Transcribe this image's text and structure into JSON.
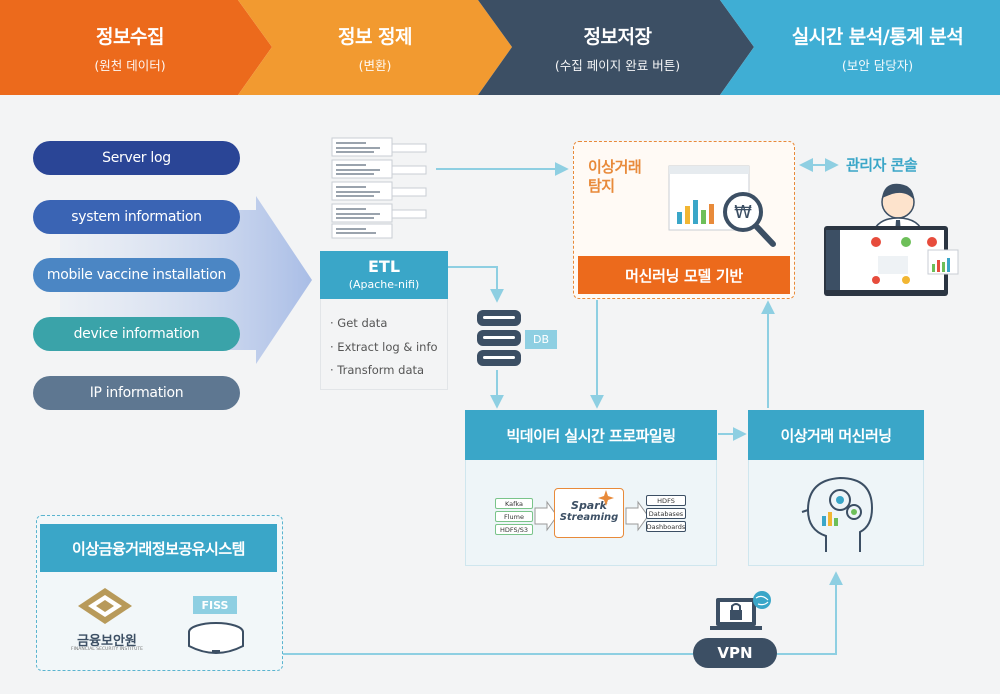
{
  "header": {
    "stages": [
      {
        "title": "정보수집",
        "subtitle": "(원천 데이터)",
        "color": "#ec6a1c"
      },
      {
        "title": "정보 정제",
        "subtitle": "(변환)",
        "color": "#f29a30"
      },
      {
        "title": "정보저장",
        "subtitle": "(수집 페이지 완료 버튼)",
        "color": "#3c4f64"
      },
      {
        "title": "실시간 분석/통계 분석",
        "subtitle": "(보안 담당자)",
        "color": "#3faed4"
      }
    ]
  },
  "sources": [
    {
      "label": "Server log",
      "color": "#2a4596"
    },
    {
      "label": "system information",
      "color": "#3a64b4"
    },
    {
      "label": "mobile vaccine installation",
      "color": "#4b86c4"
    },
    {
      "label": "device information",
      "color": "#3aa3a9"
    },
    {
      "label": "IP information",
      "color": "#5e7791"
    }
  ],
  "etl": {
    "title": "ETL",
    "subtitle": "(Apache-nifi)",
    "items": [
      "· Get data",
      "· Extract log & info",
      "· Transform data"
    ]
  },
  "db_label": "DB",
  "fraud_detection": {
    "title_line1": "이상거래",
    "title_line2": "탐지",
    "bar_label": "머신러닝 모델 기반"
  },
  "admin_console": "관리자 콘솔",
  "profiling": {
    "title": "빅데이터 실시간 프로파일링",
    "inputs": [
      "Kafka",
      "Flume",
      "HDFS/S3"
    ],
    "engine_line1": "Spark",
    "engine_line2": "Streaming",
    "outputs": [
      "HDFS",
      "Databases",
      "Dashboards"
    ]
  },
  "ml": {
    "title": "이상거래 머신러닝"
  },
  "sharing": {
    "title": "이상금융거래정보공유시스템",
    "org_name": "금융보안원",
    "org_sub": "FINANCIAL SECURITY INSTITUTE",
    "fiss": "FISS"
  },
  "vpn": "VPN",
  "colors": {
    "accent": "#3aa6c8",
    "line": "#8ecfe2",
    "orange": "#e88a3a"
  }
}
